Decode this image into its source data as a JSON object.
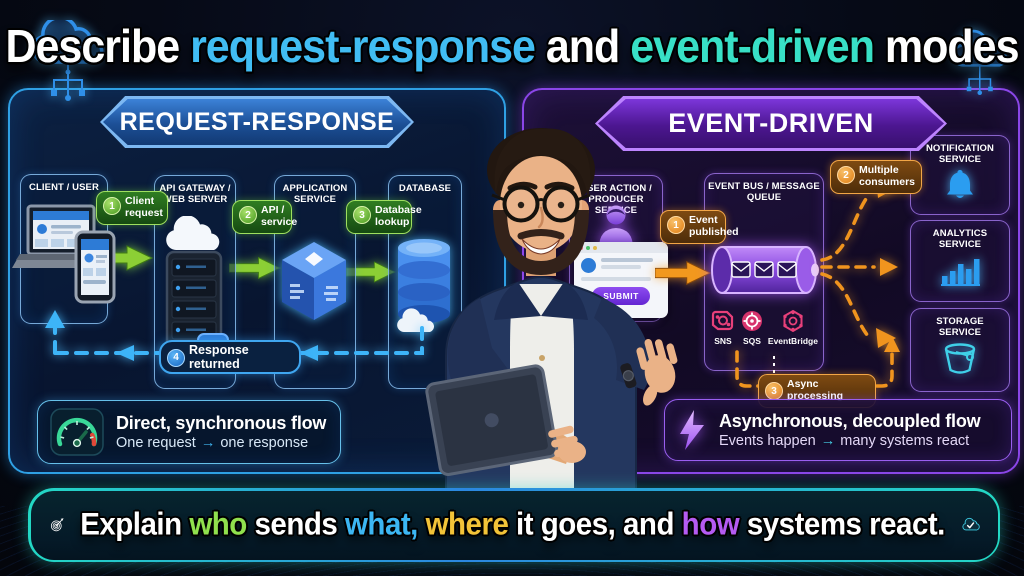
{
  "title": {
    "segments": [
      {
        "text": "Describe ",
        "color": "#ffffff"
      },
      {
        "text": "request-response",
        "color": "#41bdf3"
      },
      {
        "text": " and ",
        "color": "#ffffff"
      },
      {
        "text": "event-driven",
        "color": "#38e0c6"
      },
      {
        "text": " modes",
        "color": "#ffffff"
      }
    ]
  },
  "left_panel": {
    "header": "REQUEST-RESPONSE",
    "nodes": [
      "CLIENT / USER",
      "API GATEWAY / WEB SERVER",
      "APPLICATION SERVICE",
      "DATABASE"
    ],
    "steps": [
      {
        "num": "1",
        "label": "Client request"
      },
      {
        "num": "2",
        "label": "API / service"
      },
      {
        "num": "3",
        "label": "Database lookup"
      },
      {
        "num": "4",
        "label": "Response returned"
      }
    ],
    "summary": {
      "title": "Direct, synchronous flow",
      "lead": "One request",
      "arrow": "→",
      "tail": "one response"
    }
  },
  "right_panel": {
    "header": "EVENT-DRIVEN",
    "producer_label": "USER ACTION / PRODUCER SERVICE",
    "submit_label": "SUBMIT",
    "bus_label": "EVENT BUS / MESSAGE QUEUE",
    "bus_tech": [
      "SNS",
      "SQS",
      "EventBridge"
    ],
    "consumers": [
      "NOTIFICATION SERVICE",
      "ANALYTICS SERVICE",
      "STORAGE SERVICE"
    ],
    "steps": [
      {
        "num": "1",
        "label": "Event published"
      },
      {
        "num": "2",
        "label": "Multiple consumers"
      },
      {
        "num": "3",
        "label": "Async processing"
      }
    ],
    "summary": {
      "title": "Asynchronous, decoupled flow",
      "lead": "Events happen",
      "arrow": "→",
      "tail": "many systems react"
    }
  },
  "footer": {
    "segments": [
      {
        "text": "Explain ",
        "color": "#ffffff"
      },
      {
        "text": "who",
        "color": "#90e04d"
      },
      {
        "text": " sends ",
        "color": "#ffffff"
      },
      {
        "text": "what,",
        "color": "#3cb6f2"
      },
      {
        "text": " ",
        "color": "#ffffff"
      },
      {
        "text": "where",
        "color": "#f2c338"
      },
      {
        "text": " it goes, and ",
        "color": "#ffffff"
      },
      {
        "text": "how",
        "color": "#b55bf2"
      },
      {
        "text": " systems react.",
        "color": "#ffffff"
      }
    ]
  },
  "colors": {
    "left_accent": "#2fa0e4",
    "right_accent": "#8b46e8",
    "step_green": "#7ec850",
    "step_orange": "#f0941e",
    "return_blue": "#3db4f8",
    "footer_teal": "#23d8c4"
  },
  "icons": {
    "header_left": "cloud-circuit",
    "header_right": "cloud-circuit",
    "client": "laptop-and-phone",
    "api_gateway": "cloud-server-rack",
    "application": "service-cube",
    "database": "database-cylinders",
    "producer": "user-silhouette",
    "event_bus": "message-queue-cylinder",
    "sns": "sns-hexagon",
    "sqs": "sqs-target",
    "eventbridge": "eventbridge-gear",
    "notification": "bell",
    "analytics": "bar-chart",
    "storage": "bucket",
    "left_summary": "speedometer-gauge",
    "right_summary": "lightning-bolt",
    "footer_left": "target-dart",
    "footer_right": "cloud-check"
  }
}
